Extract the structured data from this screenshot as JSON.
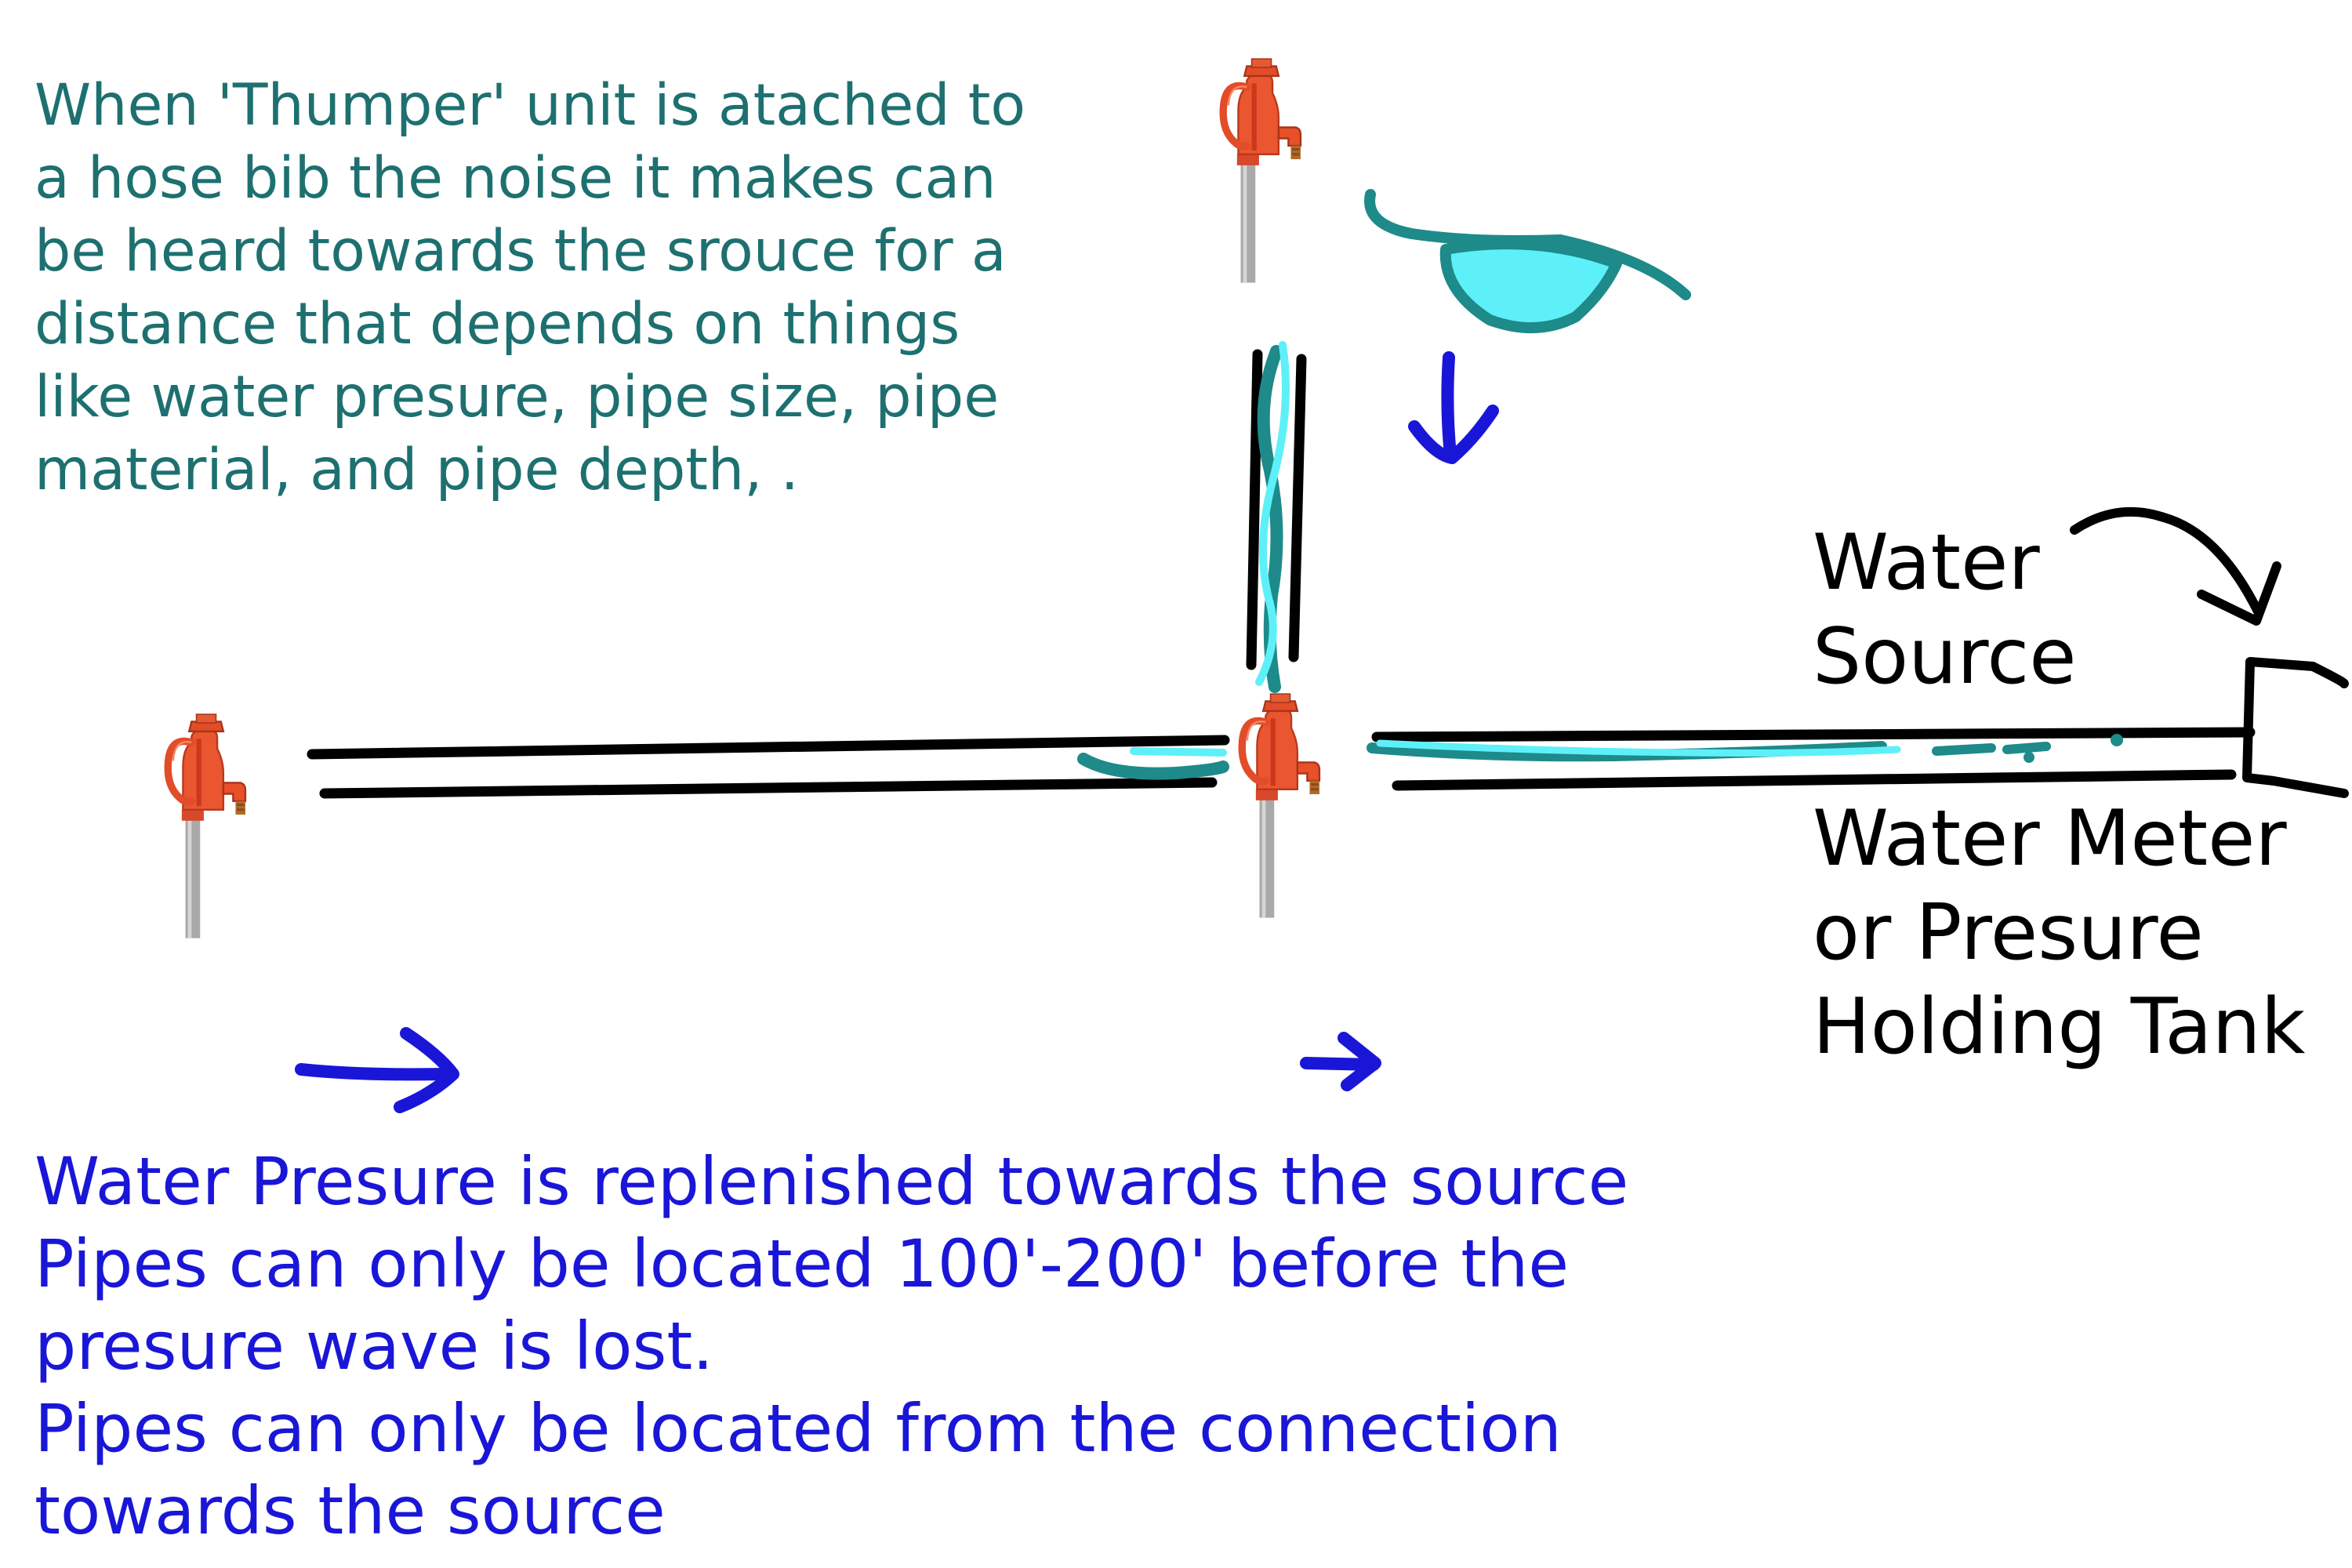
{
  "intro": {
    "lines": [
      "When 'Thumper' unit is atached to",
      "a hose bib the noise it makes can",
      "be heard towards the srouce for a",
      "distance that depends on things",
      "like water presure, pipe size, pipe",
      "material, and pipe depth, ."
    ]
  },
  "labels": {
    "water_source": [
      "Water",
      "Source"
    ],
    "water_meter": [
      "Water Meter",
      "or Presure",
      "Holding Tank"
    ]
  },
  "notes": {
    "lines": [
      "Water Presure is replenished towards the source",
      "Pipes can only be located 100'-200' before the",
      "presure wave is lost.",
      "Pipes can only be located from the connection",
      "towards the source"
    ]
  },
  "colors": {
    "intro_text": "#1e7070",
    "note_text": "#1a16d8",
    "pipe": "#000000",
    "arrow": "#1a16d8",
    "water_dark": "#1e8a8a",
    "water_light": "#5ef0f8",
    "hydrant_red": "#e8502a",
    "hydrant_pipe": "#a8a8a8"
  },
  "icons": [
    "hose-bib-hydrant-icon",
    "flow-arrow-icon",
    "water-splash-icon",
    "curved-arrow-icon"
  ]
}
